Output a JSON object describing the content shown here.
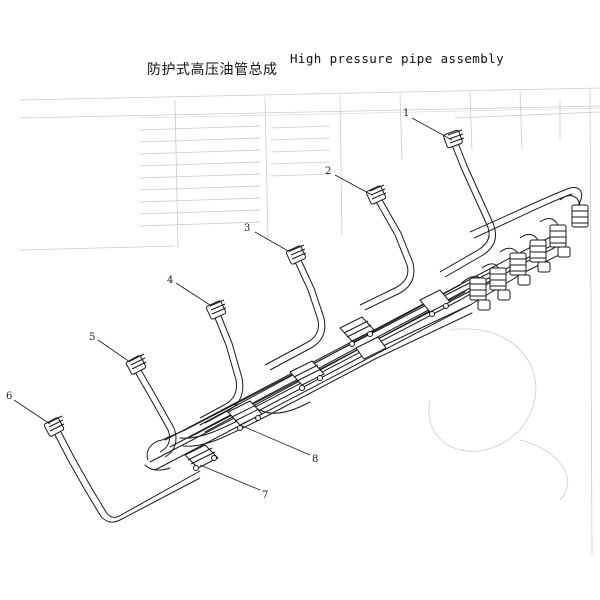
{
  "title": {
    "chinese": "防护式高压油管总成",
    "english": "High pressure pipe assembly"
  },
  "callouts": {
    "c1": "1",
    "c2": "2",
    "c3": "3",
    "c4": "4",
    "c5": "5",
    "c6": "6",
    "c7": "7",
    "c8": "8"
  },
  "colors": {
    "ink": "#1a1a1a",
    "faint": "#c8ccd0",
    "paper": "#ffffff"
  }
}
